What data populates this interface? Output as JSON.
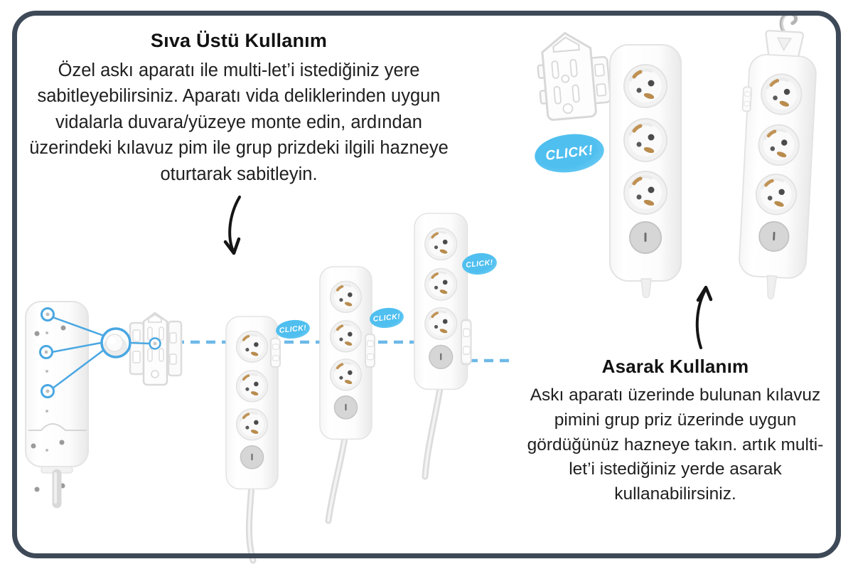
{
  "sections": {
    "surface_mount": {
      "title": "Sıva Üstü Kullanım",
      "body": "Özel askı aparatı ile multi-let’i istediğiniz yere sabitleyebilirsiniz. Aparatı vida deliklerinden uygun vidalarla duvara/yüzeye monte edin, ardından üzerindeki kılavuz pim ile grup prizdeki ilgili hazneye oturtarak sabitleyin."
    },
    "hanging": {
      "title": "Asarak Kullanım",
      "body": "Askı aparatı üzerinde bulunan kılavuz pimini grup priz üzerinde uygun gördüğünüz hazneye takın. artık multi-let’i istediğiniz yerde asarak kullanabilirsiniz."
    }
  },
  "bubbles": {
    "top": "CLICK!",
    "step1": "CLICK!",
    "step2": "CLICK!",
    "step3": "CLICK!"
  },
  "colors": {
    "frame_border": "#3e4958",
    "bubble_blue": "#55c1ef",
    "dashed_line_blue": "#6db9e8",
    "highlight_blue": "#4aa7e2",
    "text": "#1b1b1b",
    "background": "#ffffff"
  }
}
